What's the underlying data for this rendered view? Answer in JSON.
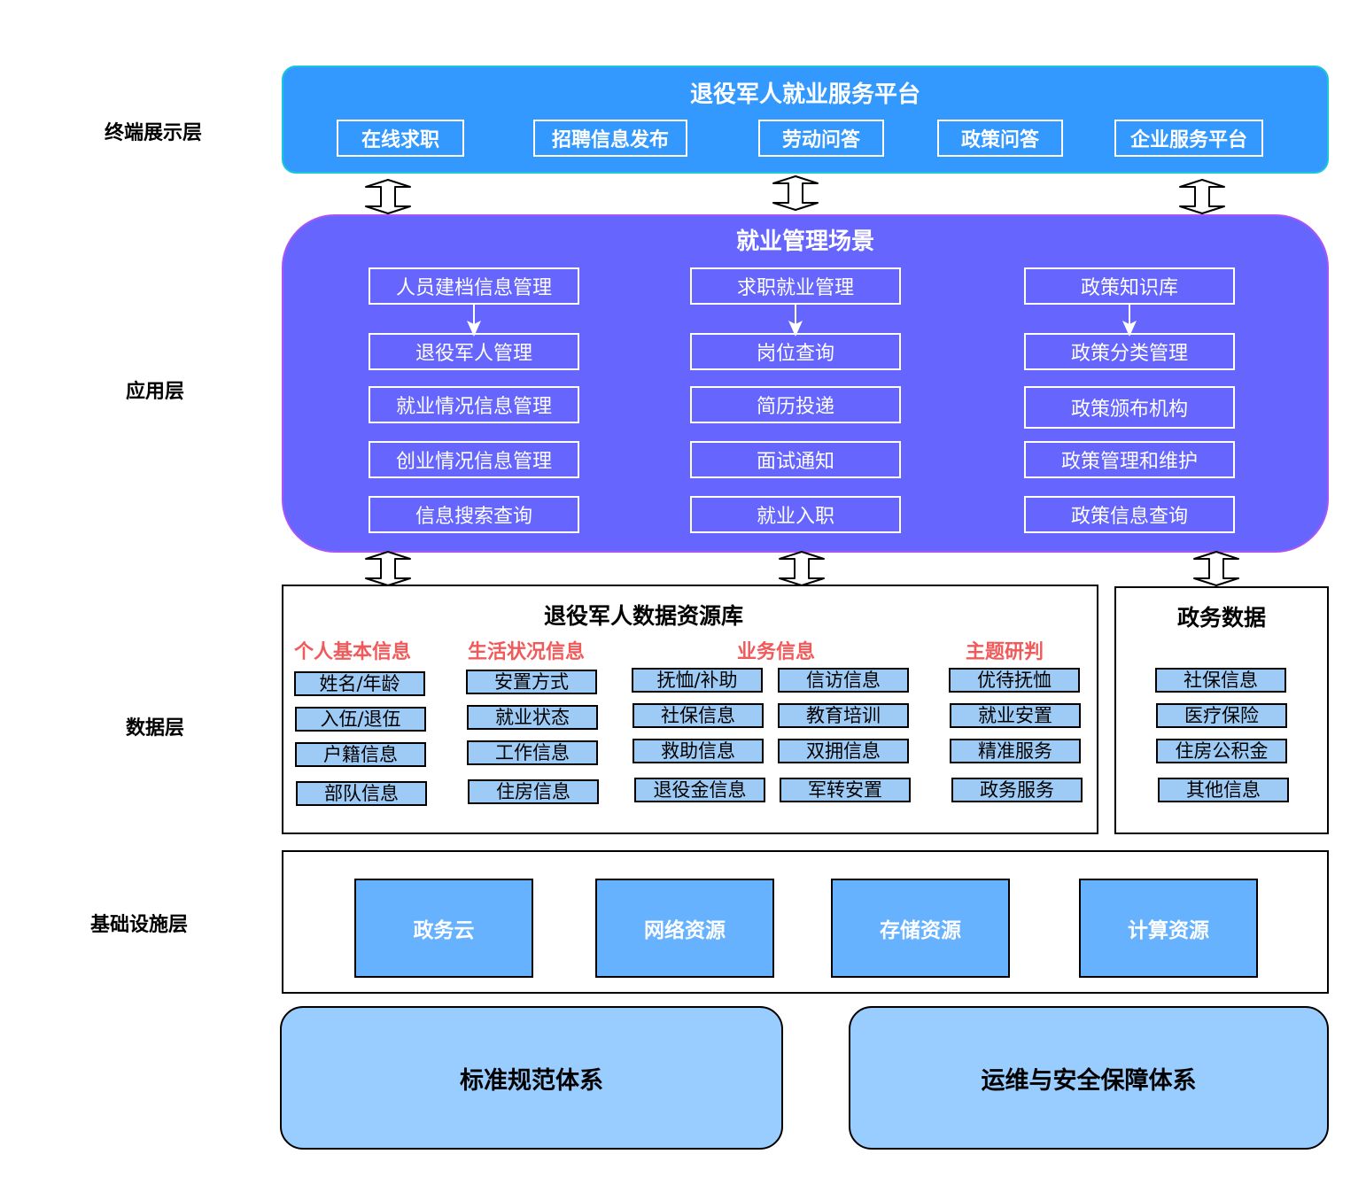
{
  "layers": {
    "terminal": "终端展示层",
    "application": "应用层",
    "data": "数据层",
    "infrastructure": "基础设施层"
  },
  "terminal": {
    "title": "退役军人就业服务平台",
    "items": [
      "在线求职",
      "招聘信息发布",
      "劳动问答",
      "政策问答",
      "企业服务平台"
    ]
  },
  "application": {
    "title": "就业管理场景",
    "columns": [
      [
        "人员建档信息管理",
        "退役军人管理",
        "就业情况信息管理",
        "创业情况信息管理",
        "信息搜索查询"
      ],
      [
        "求职就业管理",
        "岗位查询",
        "简历投递",
        "面试通知",
        "就业入职"
      ],
      [
        "政策知识库",
        "政策分类管理",
        "政策颁布机构",
        "政策管理和维护",
        "政策信息查询"
      ]
    ]
  },
  "data": {
    "resource_title": "退役军人数据资源库",
    "categories": [
      "个人基本信息",
      "生活状况信息",
      "业务信息",
      "主题研判"
    ],
    "personal": [
      "姓名/年龄",
      "入伍/退伍",
      "户籍信息",
      "部队信息"
    ],
    "living": [
      "安置方式",
      "就业状态",
      "工作信息",
      "住房信息"
    ],
    "business_a": [
      "抚恤/补助",
      "社保信息",
      "救助信息",
      "退役金信息"
    ],
    "business_b": [
      "信访信息",
      "教育培训",
      "双拥信息",
      "军转安置"
    ],
    "topic": [
      "优待抚恤",
      "就业安置",
      "精准服务",
      "政务服务"
    ],
    "gov_title": "政务数据",
    "gov": [
      "社保信息",
      "医疗保险",
      "住房公积金",
      "其他信息"
    ]
  },
  "infrastructure": {
    "items": [
      "政务云",
      "网络资源",
      "存储资源",
      "计算资源"
    ]
  },
  "systems": [
    "标准规范体系",
    "运维与安全保障体系"
  ],
  "colors": {
    "terminal_bg": "#3399ff",
    "app_bg": "#6666ff",
    "data_box": "#9dcbf5",
    "category_text": "#f05a5a",
    "infra_box": "#66b2ff",
    "system_bg": "#99ccff"
  }
}
